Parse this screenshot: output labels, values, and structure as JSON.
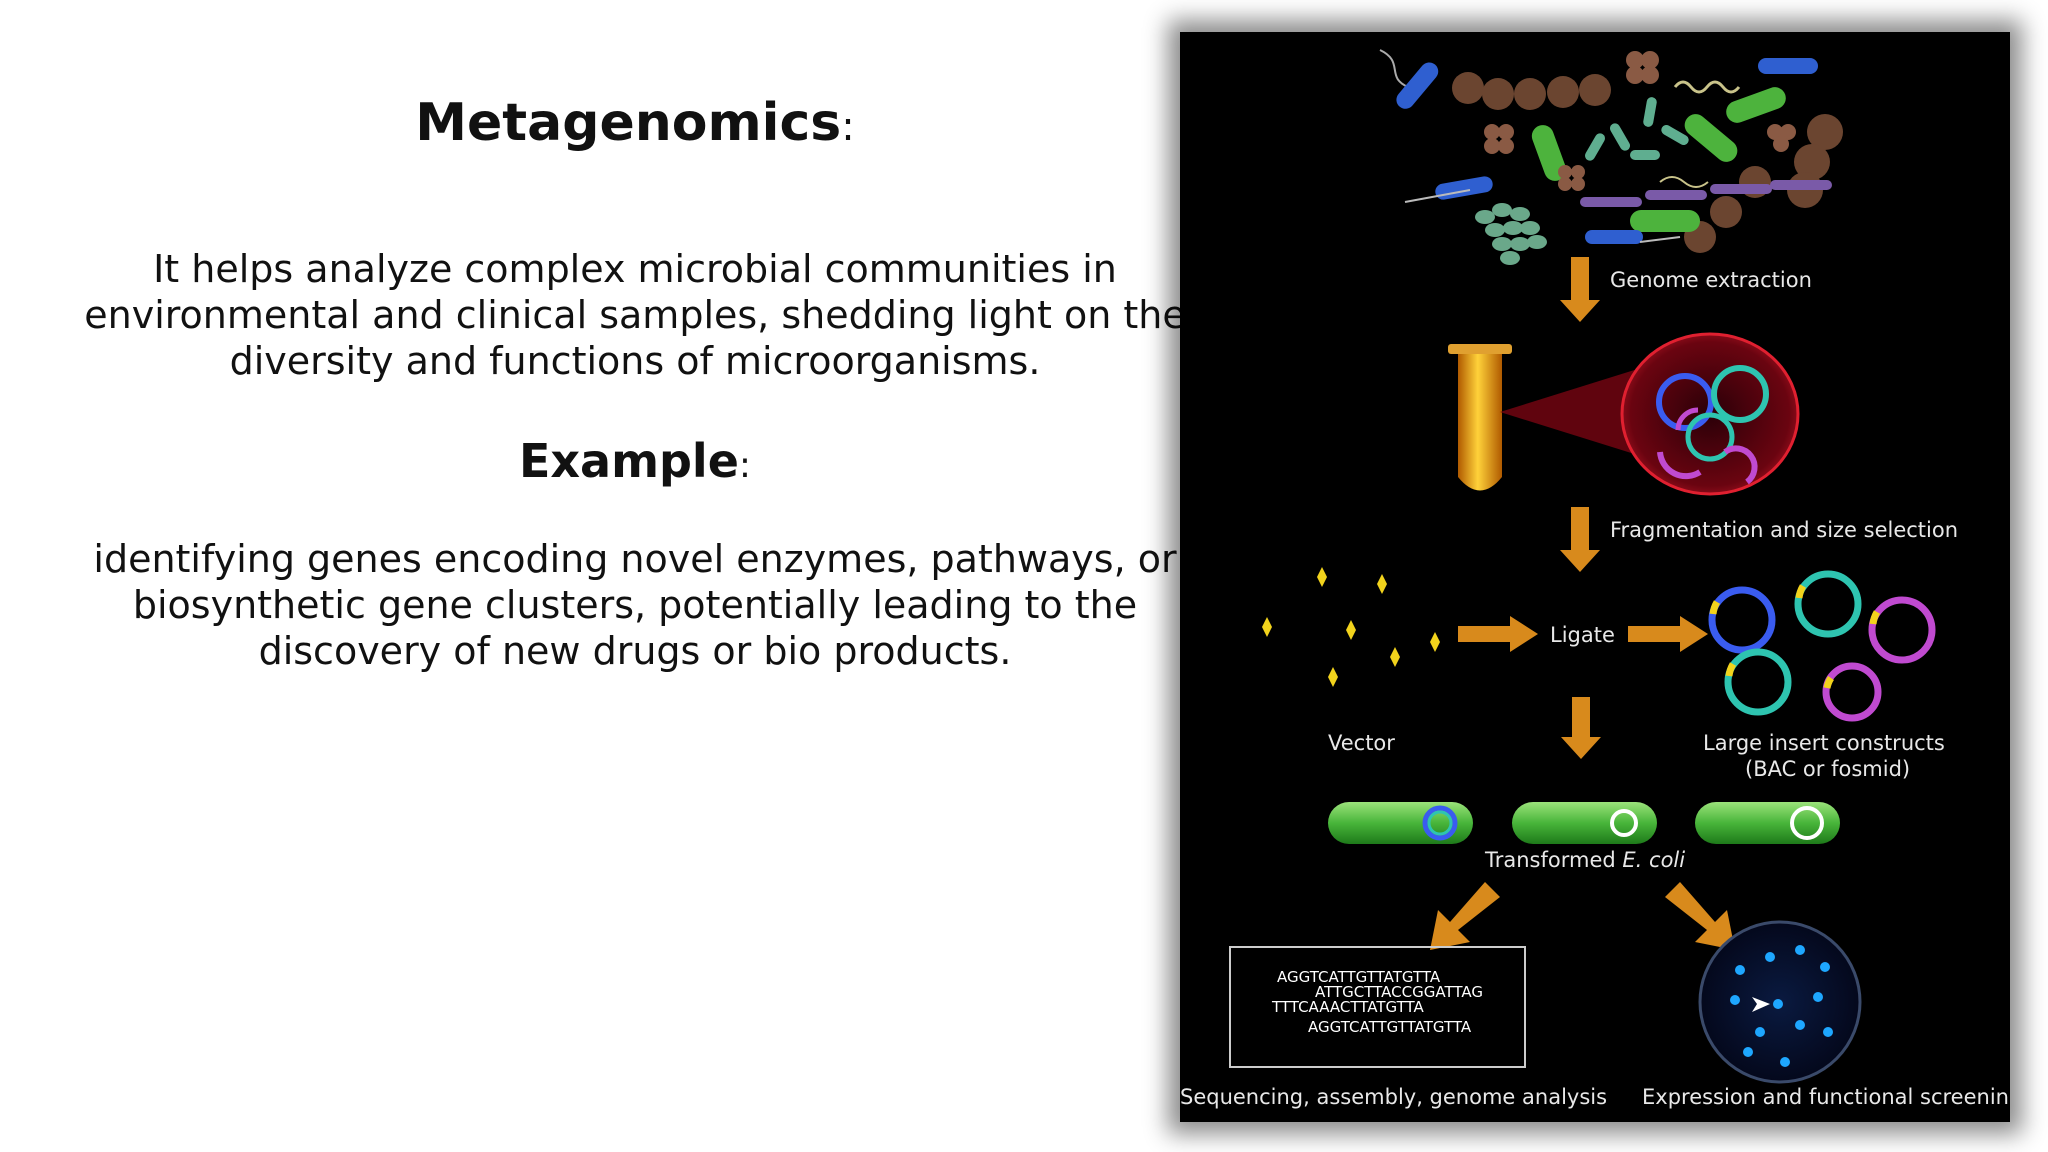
{
  "slide": {
    "title": "Metagenomics",
    "title_suffix": ":",
    "paragraph_1": "It helps analyze complex microbial communities in environmental and clinical samples, shedding light on the diversity and functions of microorganisms.",
    "example_heading": "Example",
    "example_suffix": ":",
    "paragraph_2": "identifying genes encoding novel enzymes, pathways, or biosynthetic gene clusters, potentially leading to the discovery of new drugs or bio products."
  },
  "figure": {
    "labels": {
      "genome_extraction": "Genome extraction",
      "fragmentation": "Fragmentation and size selection",
      "ligate": "Ligate",
      "vector": "Vector",
      "large_insert_line1": "Large insert constructs",
      "large_insert_line2": "(BAC or fosmid)",
      "transformed": "Transformed",
      "ecoli": "E. coli",
      "sequencing": "Sequencing, assembly, genome analysis",
      "expression": "Expression and functional screening"
    },
    "sequences": [
      "AGGTCATTGTTATGTTA",
      "ATTGCTTACCGGATTAG",
      "TTTCAAACTTATGTTA",
      "AGGTCATTGTTATGTTA"
    ],
    "colors": {
      "arrow": "#d88a1c",
      "bacteria_green": "#4db33d",
      "bacteria_brown": "#6b4530",
      "bacteria_blue": "#2f5fd0",
      "bacteria_purple": "#7a5aa8",
      "plasmid_blue": "#3a5cf0",
      "plasmid_teal": "#2ec4b0",
      "plasmid_magenta": "#c04ad0",
      "insert_yellow": "#f2d31c",
      "tube_orange": "#e89a10",
      "lens_red": "#8a0a14",
      "dish_dot": "#1ea7ff"
    }
  }
}
